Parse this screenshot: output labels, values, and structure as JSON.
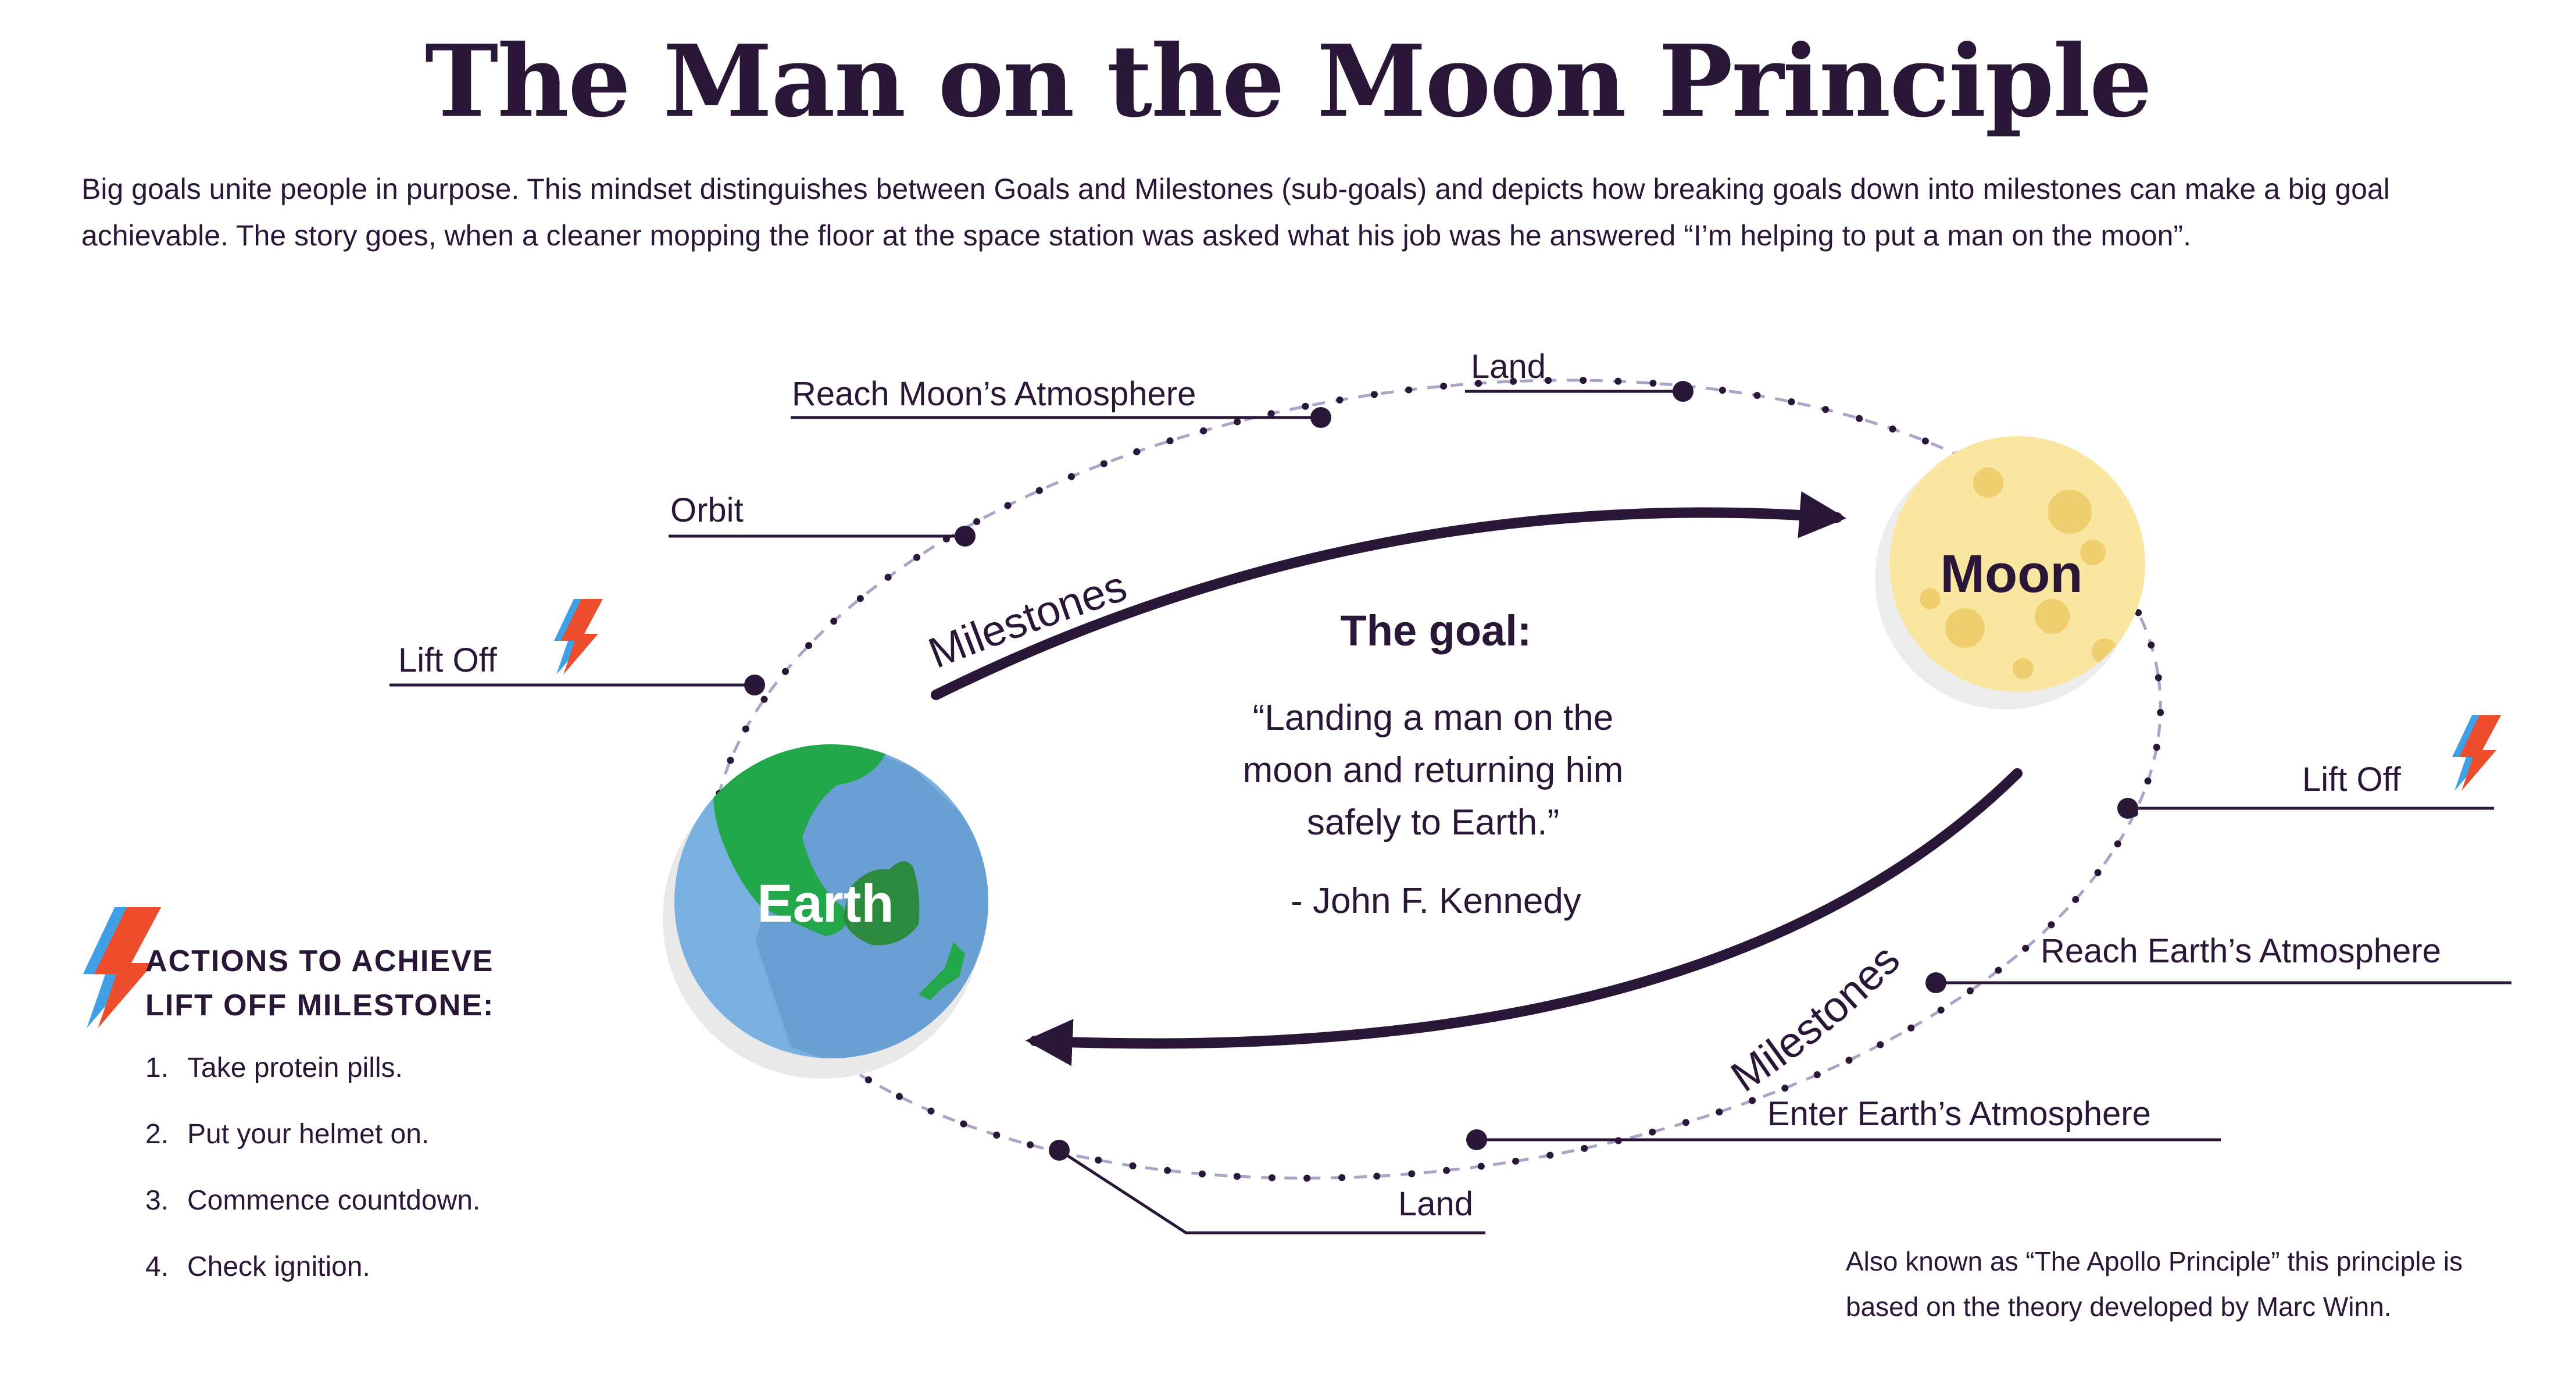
{
  "title": "The Man on the Moon Principle",
  "intro": "Big goals unite people in purpose. This mindset distinguishes between Goals and Milestones (sub-goals) and depicts how breaking goals down into milestones can make a big goal achievable. The story goes, when a cleaner mopping the floor at the space station was asked what his job was he answered “I’m helping to put a man on the moon”.",
  "planets": {
    "earth": "Earth",
    "moon": "Moon"
  },
  "arrows": {
    "outbound": "Milestones",
    "return": "Milestones"
  },
  "goal": {
    "heading": "The goal:",
    "quote_lines": [
      "“Landing a man on the",
      "moon and returning him",
      "safely to Earth.”"
    ],
    "attribution": "- John F. Kennedy"
  },
  "milestones": {
    "outbound": [
      "Lift Off",
      "Orbit",
      "Reach Moon’s Atmosphere",
      "Land"
    ],
    "return": [
      "Lift Off",
      "Reach Earth’s Atmosphere",
      "Enter Earth’s Atmosphere",
      "Land"
    ]
  },
  "actions": {
    "heading_line1": "ACTIONS TO ACHIEVE",
    "heading_line2": "LIFT OFF MILESTONE:",
    "items": [
      {
        "num": "1.",
        "text": "Take protein pills."
      },
      {
        "num": "2.",
        "text": "Put your helmet on."
      },
      {
        "num": "3.",
        "text": "Commence countdown."
      },
      {
        "num": "4.",
        "text": "Check ignition."
      }
    ]
  },
  "footnote": "Also known as “The Apollo Principle” this principle is based on the theory developed by Marc Winn.",
  "colors": {
    "ink": "#2a1636",
    "earth_ocean": "#7ab0e0",
    "earth_land": "#22a84a",
    "moon": "#fbe9a4",
    "bolt_red": "#ee4d2d",
    "bolt_blue": "#3fa0e6",
    "orbit": "#a8a6c8"
  },
  "icons": {
    "lift_off": "lightning-bolt-icon"
  }
}
